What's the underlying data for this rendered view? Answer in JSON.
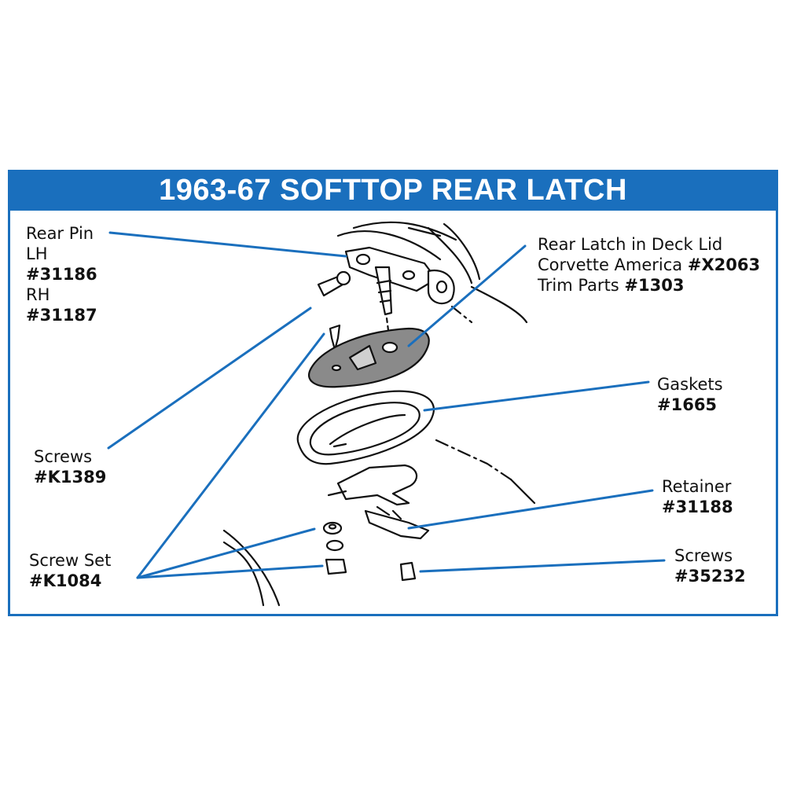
{
  "title": "1963-67 SOFTTOP REAR LATCH",
  "callouts": {
    "rear_pin": {
      "name": "Rear Pin",
      "lh": "LH",
      "lh_part": "#31186",
      "rh": "RH",
      "rh_part": "#31187"
    },
    "rear_latch": {
      "name": "Rear Latch in Deck Lid",
      "line2_prefix": "Corvette America ",
      "line2_part": "#X2063",
      "line3_prefix": "Trim Parts ",
      "line3_part": "#1303"
    },
    "gaskets": {
      "name": "Gaskets",
      "part": "#1665"
    },
    "screws_left": {
      "name": "Screws",
      "part": "#K1389"
    },
    "retainer": {
      "name": "Retainer",
      "part": "#31188"
    },
    "screw_set": {
      "name": "Screw Set",
      "part": "#K1084"
    },
    "screws_right": {
      "name": "Screws",
      "part": "#35232"
    }
  },
  "colors": {
    "accent": "#1a6fbd",
    "leader": "#1a6fbd",
    "ink": "#111111",
    "part_fill": "#8a8a8a"
  }
}
